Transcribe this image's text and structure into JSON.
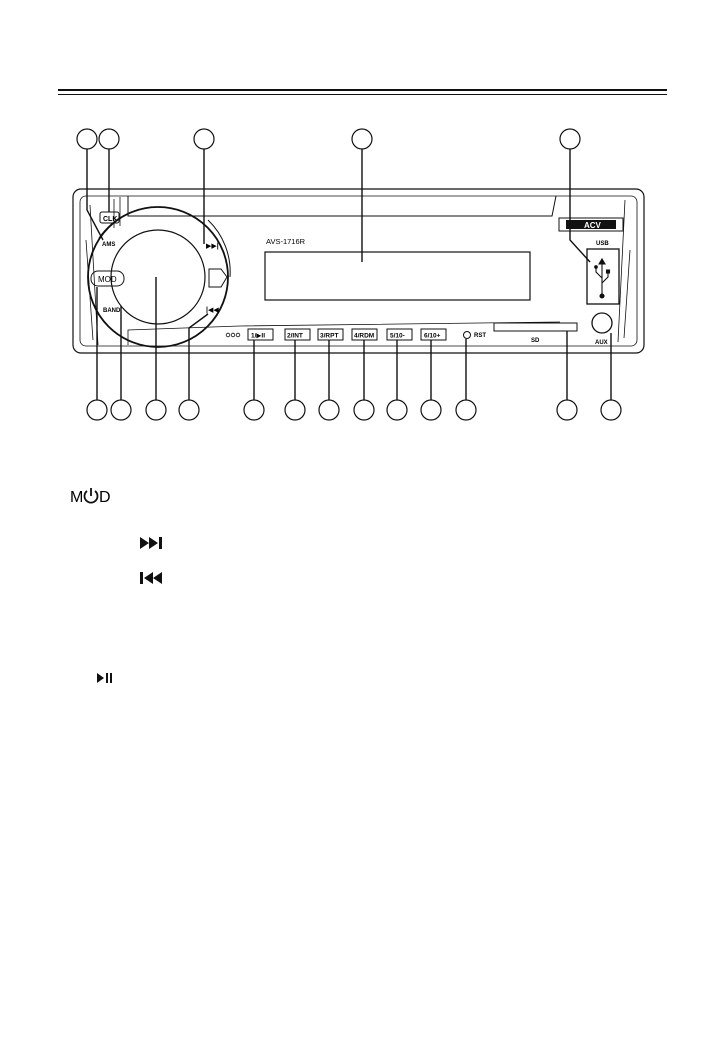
{
  "panel": {
    "brand": "ACV",
    "model": "AVS-1716R",
    "buttons": {
      "clk": "CLK",
      "ams": "AMS",
      "mod": "MOD",
      "band": "BAND",
      "next": "▶▶|",
      "prev": "|◀◀",
      "usb": "USB",
      "sd": "SD",
      "aux": "AUX",
      "rst": "RST"
    },
    "presets": [
      "1/▶II",
      "2/INT",
      "3/RPT",
      "4/RDM",
      "5/10-",
      "6/10+"
    ]
  },
  "legend": {
    "mod_label": "MOD",
    "next_icon": "next-track-icon",
    "prev_icon": "previous-track-icon",
    "play_icon": "play-pause-icon"
  }
}
